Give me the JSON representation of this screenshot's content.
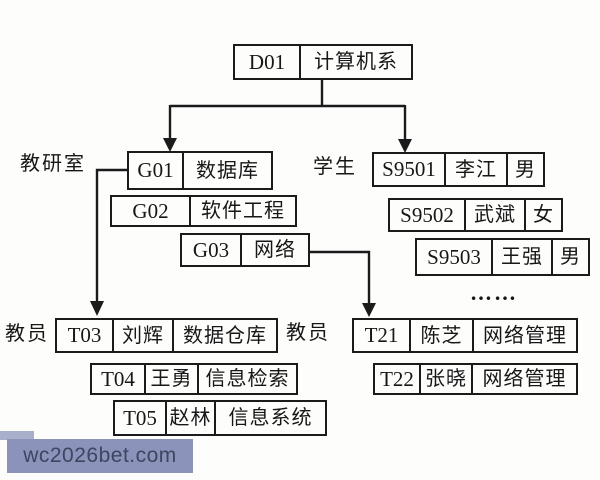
{
  "diagram_title": "hierarchical-database-model",
  "labels": {
    "jiaoyanshi": "教研室",
    "xuesheng": "学生",
    "jiaoyuan_left": "教员",
    "jiaoyuan_right": "教员",
    "ellipsis": "……"
  },
  "nodes": {
    "d01": [
      "D01",
      "计算机系"
    ],
    "g01": [
      "G01",
      "数据库"
    ],
    "g02": [
      "G02",
      "软件工程"
    ],
    "g03": [
      "G03",
      "网络"
    ],
    "s9501": [
      "S9501",
      "李江",
      "男"
    ],
    "s9502": [
      "S9502",
      "武斌",
      "女"
    ],
    "s9503": [
      "S9503",
      "王强",
      "男"
    ],
    "t03": [
      "T03",
      "刘辉",
      "数据仓库"
    ],
    "t04": [
      "T04",
      "王勇",
      "信息检索"
    ],
    "t05": [
      "T05",
      "赵林",
      "信息系统"
    ],
    "t21": [
      "T21",
      "陈芝",
      "网络管理"
    ],
    "t22": [
      "T22",
      "张晓",
      "网络管理"
    ]
  },
  "watermark": {
    "text": "wc2026bet.com"
  },
  "colors": {
    "ink": "#1b1b1b",
    "watermark_bg": "#8b93bb",
    "watermark_fg": "#3d4660"
  }
}
